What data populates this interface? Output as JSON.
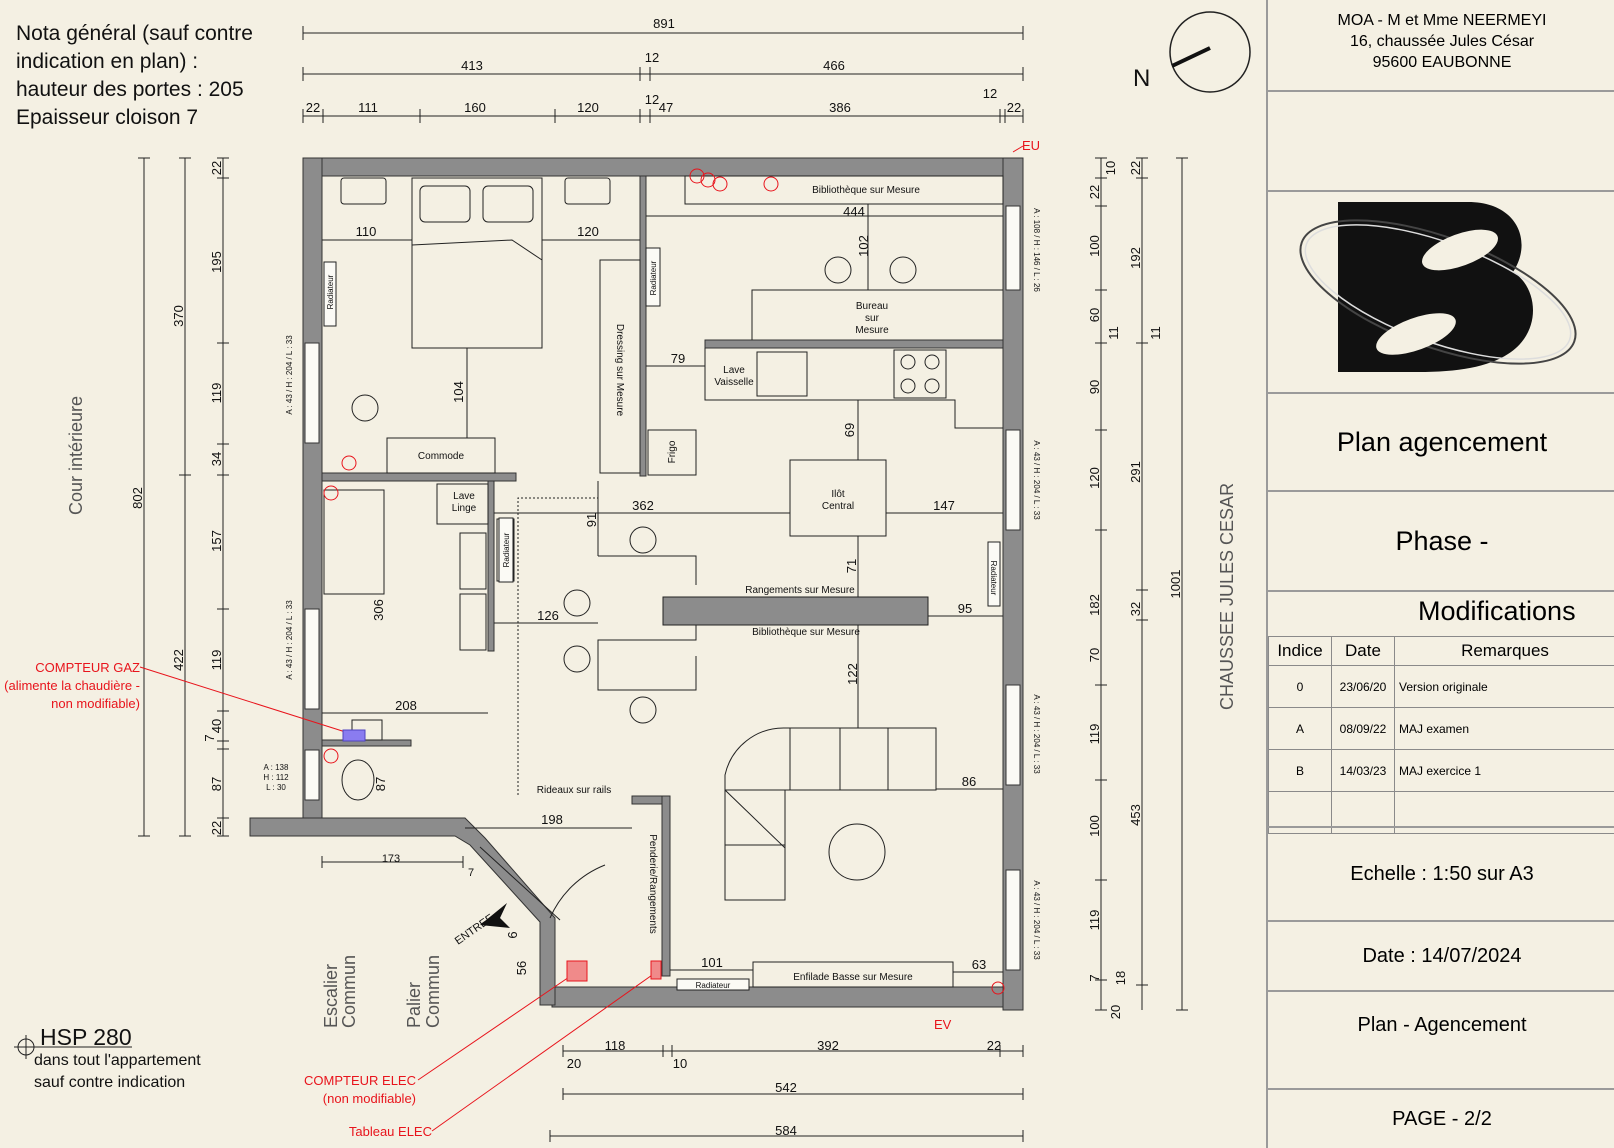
{
  "notes": {
    "general": [
      "Nota général (sauf contre",
      "indication en plan) :",
      "hauteur des portes : 205",
      "Epaisseur cloison 7"
    ],
    "hsp_title": "HSP 280",
    "hsp_line1": "dans tout l'appartement",
    "hsp_line2": "sauf contre indication",
    "compteur_gaz": [
      "COMPTEUR GAZ",
      "(alimente la chaudière -",
      "non modifiable)"
    ],
    "compteur_elec": [
      "COMPTEUR ELEC",
      "(non modifiable)"
    ],
    "tableau_elec": "Tableau ELEC",
    "eu": "EU",
    "ev": "EV",
    "north": "N",
    "cour": "Cour intérieure",
    "chaussee": "CHAUSSEE JULES CESAR",
    "escalier": [
      "Escalier",
      "Commun"
    ],
    "palier": [
      "Palier",
      "Commun"
    ],
    "entree": "ENTREE"
  },
  "rooms": {
    "bibliotheque_top": "Bibliothèque sur Mesure",
    "bureau": [
      "Bureau",
      "sur",
      "Mesure"
    ],
    "lave_vaisselle": [
      "Lave",
      "Vaisselle"
    ],
    "dressing": "Dressing sur Mesure",
    "radiateur": "Radiateur",
    "commode": "Commode",
    "frigo": "Frigo",
    "ilot": [
      "Ilôt",
      "Central"
    ],
    "lave_linge": [
      "Lave",
      "Linge"
    ],
    "rangements": "Rangements sur Mesure",
    "bibliotheque_mid": "Bibliothèque sur Mesure",
    "rideaux": "Rideaux sur rails",
    "penderie": "Penderie/Rangements",
    "enfilade": "Enfilade Basse sur Mesure"
  },
  "dims": {
    "top": [
      "891",
      "413",
      "12",
      "466",
      "22",
      "111",
      "160",
      "120",
      "12",
      "47",
      "386",
      "12",
      "22"
    ],
    "left_outer": [
      "370",
      "802",
      "422"
    ],
    "left_inner": [
      "22",
      "195",
      "119",
      "34",
      "157",
      "119",
      "40",
      "7",
      "87",
      "22"
    ],
    "right_inner": [
      "10",
      "22",
      "100",
      "60",
      "11",
      "90",
      "120",
      "182",
      "70",
      "119",
      "100",
      "119",
      "7",
      "20"
    ],
    "right_mid": [
      "22",
      "192",
      "11",
      "291",
      "32",
      "453",
      "18"
    ],
    "right_outer": "1001",
    "bottom": [
      "173",
      "7",
      "118",
      "20",
      "10",
      "392",
      "22",
      "542",
      "584"
    ],
    "inner": [
      "110",
      "120",
      "444",
      "102",
      "79",
      "104",
      "69",
      "362",
      "147",
      "91",
      "71",
      "306",
      "126",
      "95",
      "122",
      "208",
      "198",
      "86",
      "101",
      "63",
      "6",
      "56",
      "87"
    ]
  },
  "windows": {
    "w1": "A : 43 / H : 204 / L : 33",
    "w2": "A : 43 / H : 204 / L : 33",
    "w3": [
      "A : 138",
      "H : 112",
      "L : 30"
    ],
    "w4": "A : 108 / H : 146 / L : 26",
    "w5": "A : 43 / H : 204 / L : 33",
    "w6": "A : 43 / H : 204 / L : 33",
    "w7": "A : 43 / H : 204 / L : 33"
  },
  "cartouche": {
    "moa": [
      "MOA - M et Mme NEERMEYI",
      "16, chaussée Jules César",
      "95600 EAUBONNE"
    ],
    "title": "Plan agencement",
    "phase": "Phase -",
    "modifications": "Modifications",
    "headers": [
      "Indice",
      "Date",
      "Remarques"
    ],
    "rows": [
      [
        "0",
        "23/06/20",
        "Version originale"
      ],
      [
        "A",
        "08/09/22",
        "MAJ examen"
      ],
      [
        "B",
        "14/03/23",
        "MAJ exercice 1"
      ],
      [
        "",
        "",
        ""
      ]
    ],
    "echelle": "Echelle : 1:50 sur A3",
    "date": "Date : 14/07/2024",
    "plan": "Plan - Agencement",
    "page": "PAGE - 2/2"
  },
  "colors": {
    "background": "#f4f0e3",
    "wall": "#8c8c8c",
    "red": "#e8141c",
    "line": "#222222"
  }
}
